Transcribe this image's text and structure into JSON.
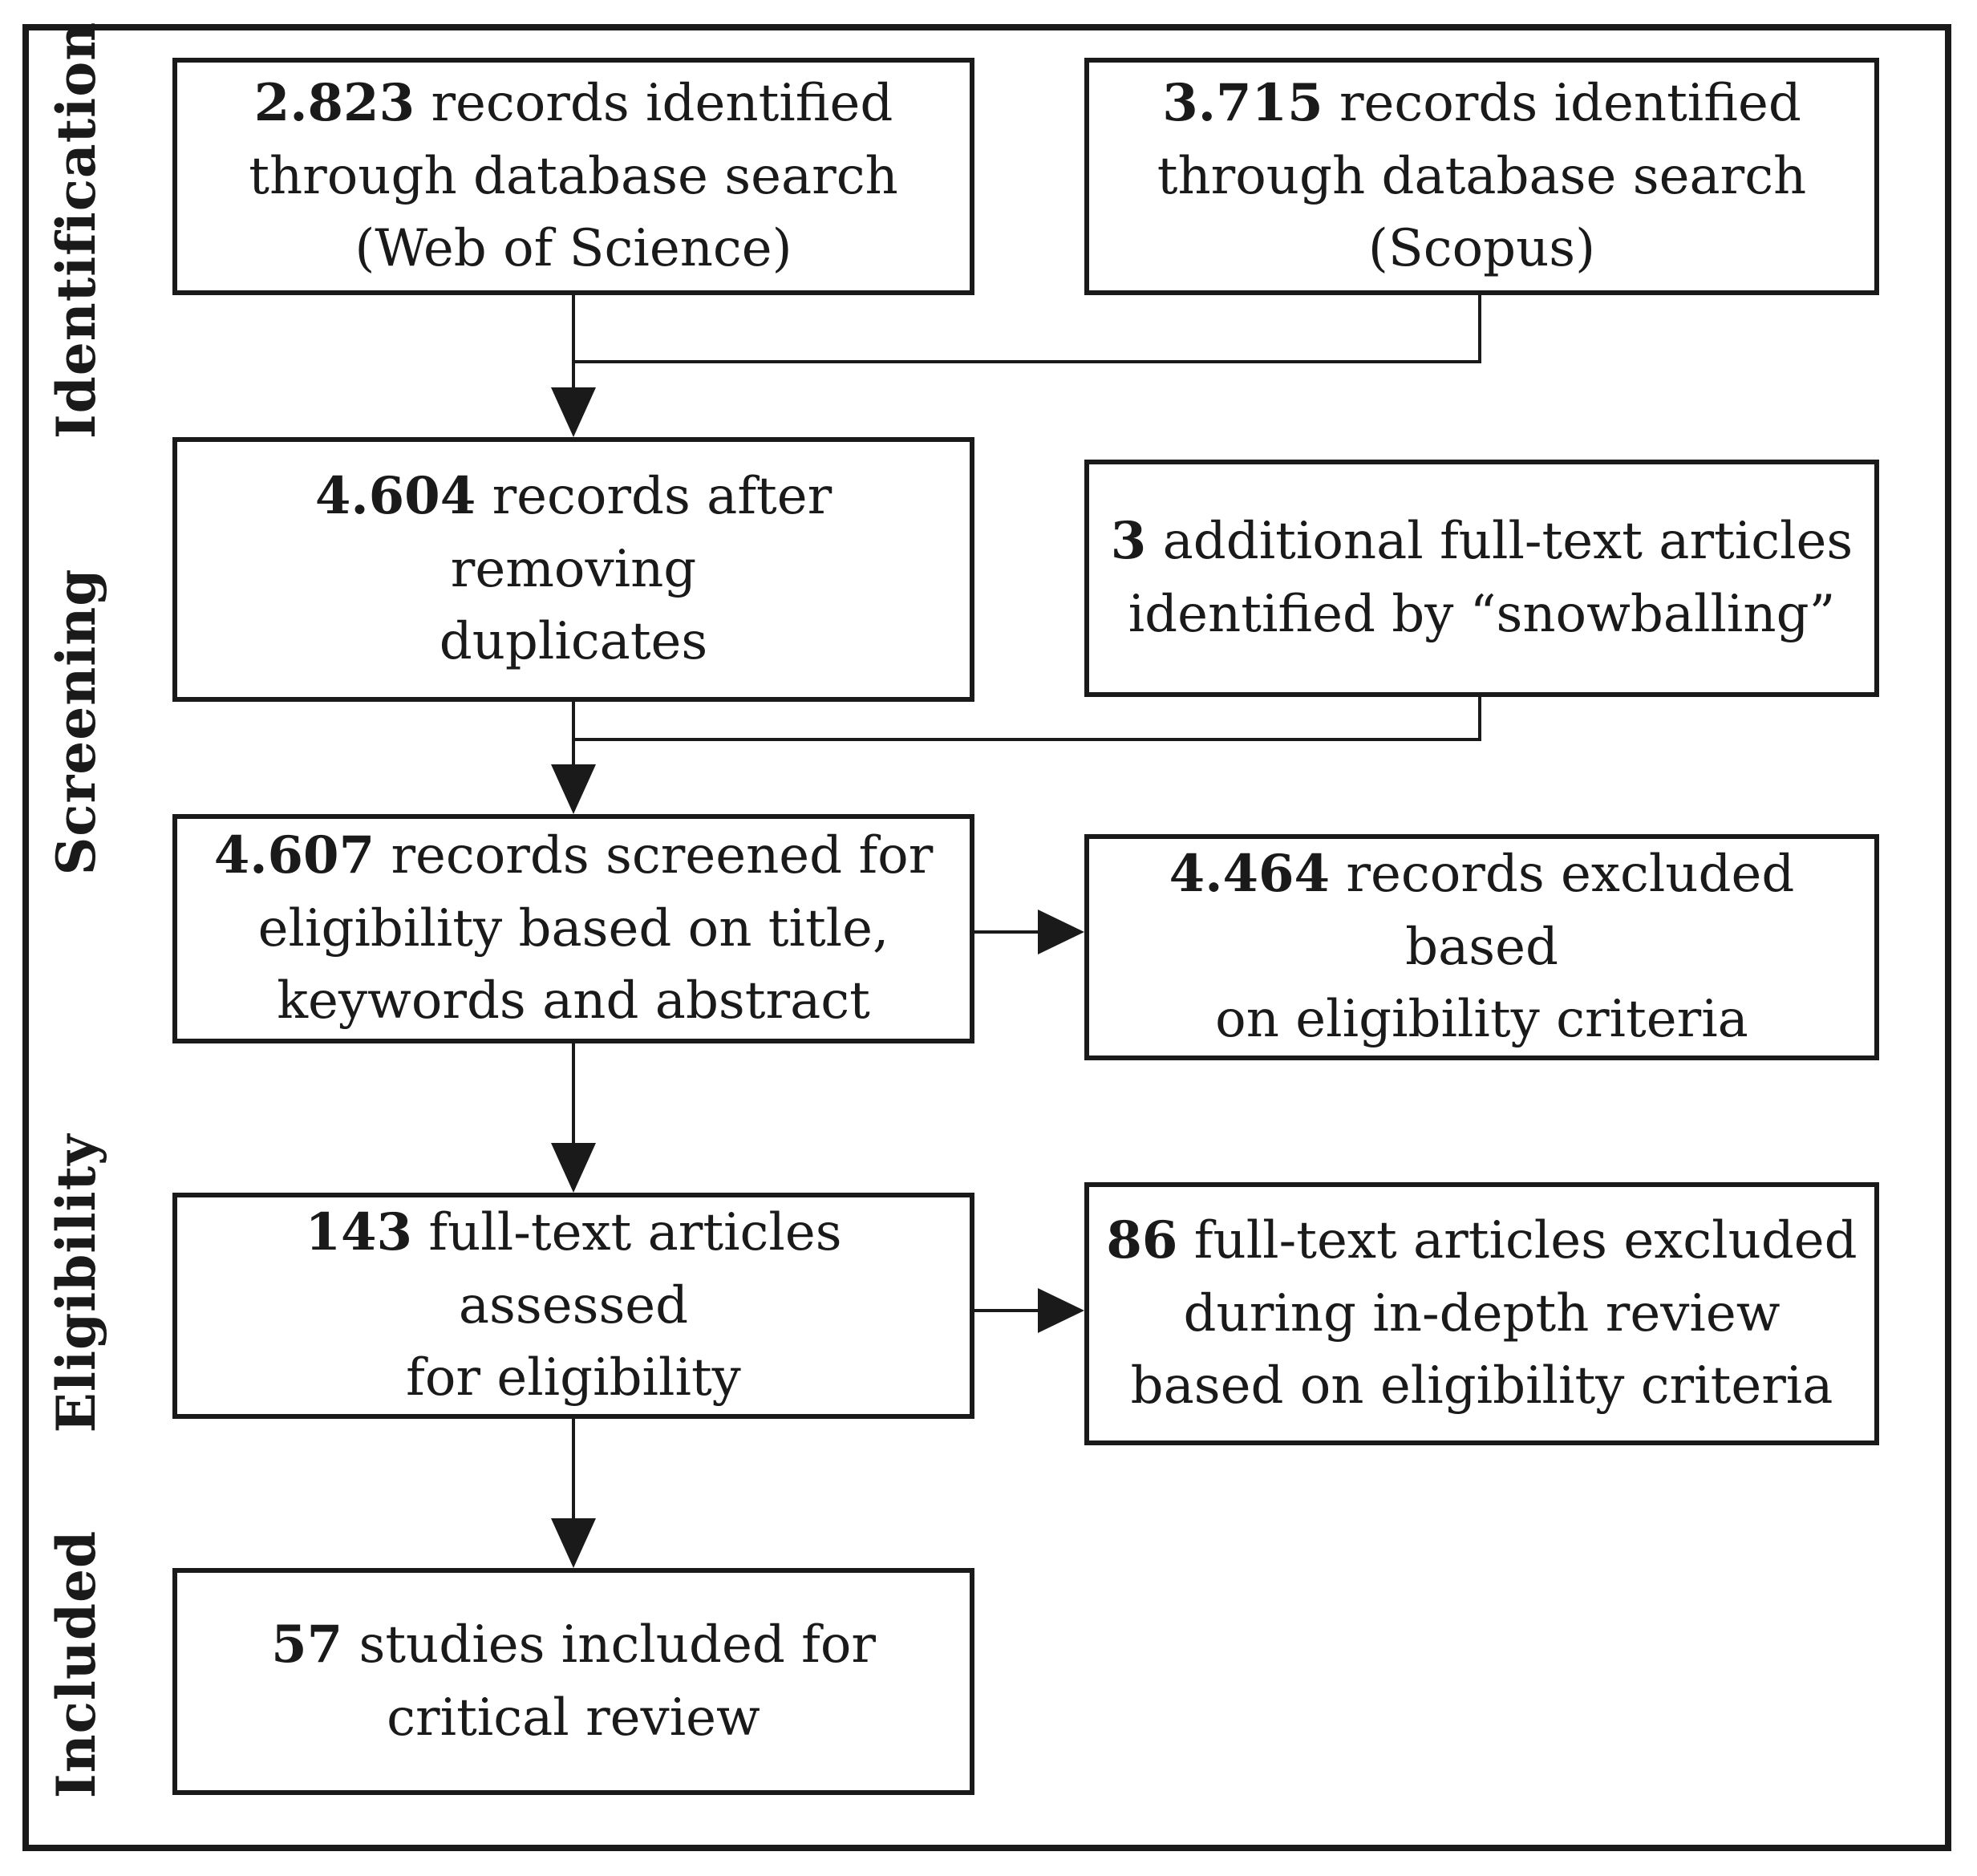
{
  "colors": {
    "ink": "#1a1a1a",
    "background": "#ffffff"
  },
  "stage_labels": [
    "Identification",
    "Screening",
    "Eligibility",
    "Included"
  ],
  "boxes": {
    "identified_wos": {
      "number": "2.823",
      "lines": [
        " records identified",
        "through database search",
        "(Web of Science)"
      ]
    },
    "identified_scopus": {
      "number": "3.715",
      "lines": [
        " records identified",
        "through database search",
        "(Scopus)"
      ]
    },
    "after_duplicates": {
      "number": "4.604",
      "lines": [
        " records after removing",
        "duplicates"
      ]
    },
    "snowballing": {
      "number": "3",
      "lines": [
        " additional full-text articles",
        "identified by “snowballing”"
      ]
    },
    "screened": {
      "number": "4.607",
      "lines": [
        " records screened for",
        "eligibility based on title,",
        "keywords and abstract"
      ]
    },
    "excluded_screening": {
      "number": "4.464",
      "lines": [
        " records excluded based",
        "on eligibility criteria"
      ]
    },
    "fulltext_assessed": {
      "number": "143",
      "lines": [
        " full-text articles assessed",
        "for eligibility"
      ]
    },
    "excluded_fulltext": {
      "number": "86",
      "lines": [
        " full-text articles excluded",
        "during in-depth review",
        "based on eligibility criteria"
      ]
    },
    "included": {
      "number": "57",
      "lines": [
        " studies included for",
        "critical review"
      ]
    }
  }
}
